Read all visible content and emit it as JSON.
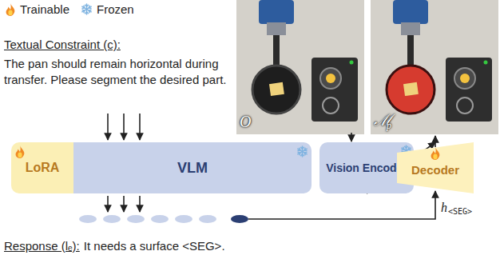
{
  "diagram": {
    "nodes": [
      {
        "text": [
          "LoRA"
        ]
      },
      {
        "text": [
          "VLM"
        ]
      },
      {
        "text": [
          "Vision Encoder"
        ]
      },
      {
        "text": [
          "Decoder"
        ]
      }
    ],
    "edges": [
      {
        "from": 2,
        "to": 3,
        "arrow": "to"
      }
    ],
    "labels": [
      "Textual Constraint (c):",
      "The pan should remain horizontal during transfer. Please segment the desired part.",
      "O",
      "ℳ",
      "p",
      "h",
      "<SEG>",
      "Response (lₑ):",
      "It needs a surface <SEG>."
    ],
    "legend": [
      {
        "text": "Trainable"
      },
      {
        "text": "Frozen"
      }
    ]
  }
}
